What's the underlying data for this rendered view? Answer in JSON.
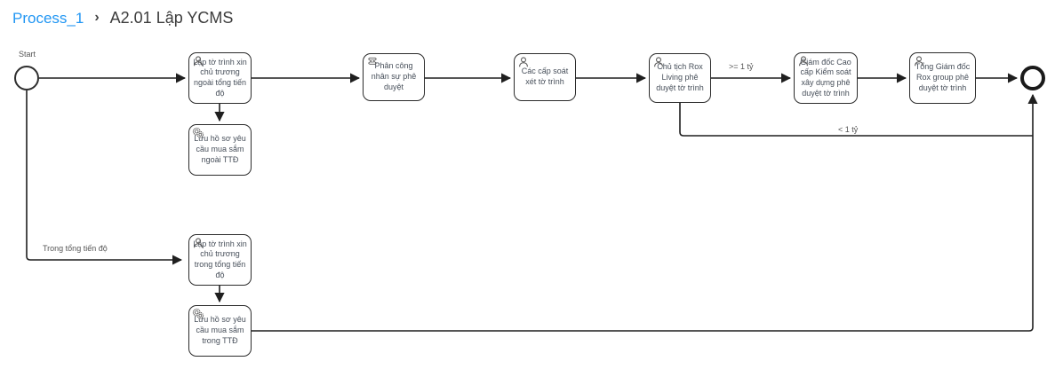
{
  "breadcrumb": {
    "process_link": "Process_1",
    "separator": "›",
    "current": "A2.01 Lập YCMS"
  },
  "colors": {
    "link_blue": "#2196f3",
    "node_border": "#2b2b2b",
    "edge": "#1f1f1f",
    "label_gray": "#555555"
  },
  "diagram": {
    "start_event_label": "Start",
    "nodes": [
      {
        "id": "task-lap-to-trinh-ngoai",
        "type": "user-task",
        "label": "Lập tờ trình xin chủ trương ngoài tổng tiến độ"
      },
      {
        "id": "task-phan-cong-nhan-su",
        "type": "script-task",
        "label": "Phân công nhân sự phê duyệt"
      },
      {
        "id": "task-cac-cap-soat-xet",
        "type": "user-task",
        "label": "Các cấp soát xét tờ trình"
      },
      {
        "id": "task-chu-tich-rox-living",
        "type": "user-task",
        "label": "Chủ tịch Rox Living phê duyệt tờ trình"
      },
      {
        "id": "task-giam-doc-cao-cap",
        "type": "user-task",
        "label": "Giám đốc Cao cấp Kiểm soát xây dựng phê duyệt tờ trình"
      },
      {
        "id": "task-tong-giam-doc-rox-group",
        "type": "user-task",
        "label": "Tổng Giám đốc Rox group phê duyệt tờ trình"
      },
      {
        "id": "task-luu-ho-so-ngoai-ttd",
        "type": "service-task",
        "label": "Lưu hồ sơ yêu cầu mua sắm ngoài TTĐ"
      },
      {
        "id": "task-lap-to-trinh-trong",
        "type": "user-task",
        "label": "Lập tờ trình xin chủ trương trong tổng tiến độ"
      },
      {
        "id": "task-luu-ho-so-trong-ttd",
        "type": "service-task",
        "label": "Lưu hồ sơ yêu cầu mua sắm trong TTĐ"
      }
    ],
    "edge_labels": {
      "ge_1ty": ">= 1 tỷ",
      "lt_1ty": "< 1 tỷ",
      "trong_tong_tien_do": "Trong tổng tiến độ"
    }
  }
}
